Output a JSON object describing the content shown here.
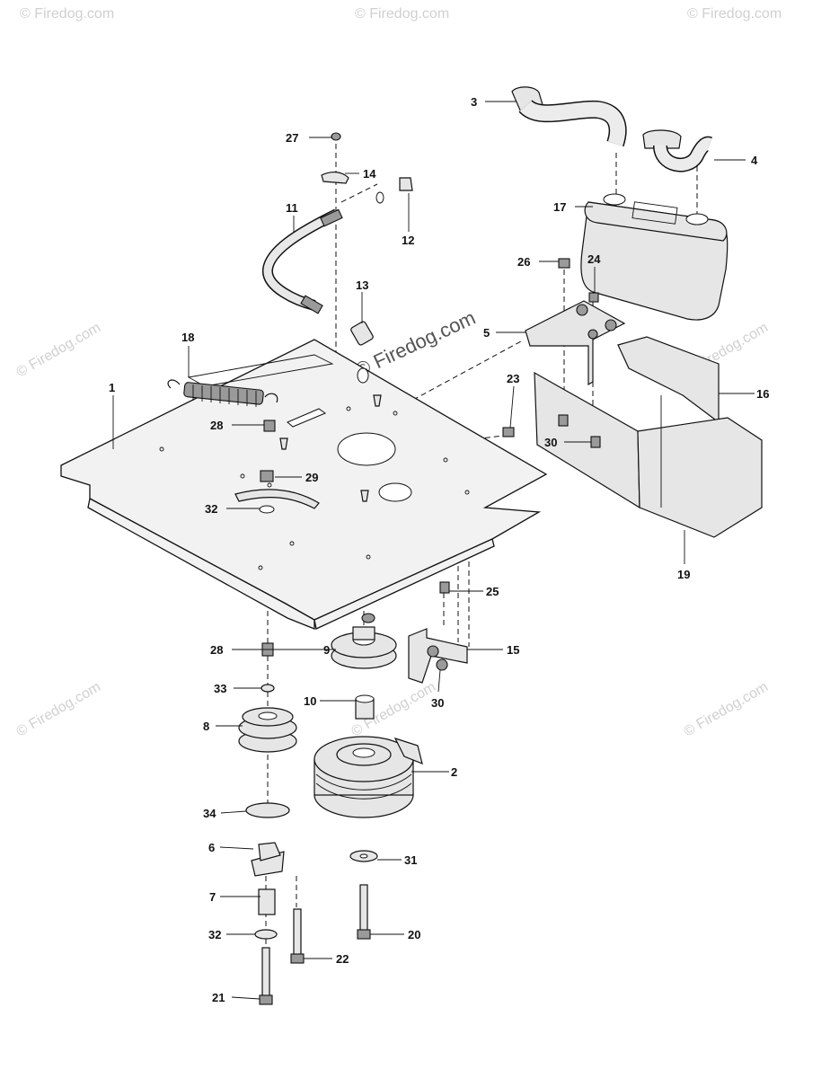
{
  "watermarks": {
    "corner": "© Firedog.com",
    "center": "© Firedog.com"
  },
  "labels": [
    "1",
    "2",
    "3",
    "4",
    "5",
    "6",
    "7",
    "8",
    "9",
    "10",
    "11",
    "12",
    "13",
    "14",
    "15",
    "16",
    "17",
    "18",
    "19",
    "20",
    "21",
    "22",
    "23",
    "24",
    "25",
    "26",
    "27",
    "28",
    "28",
    "29",
    "30",
    "30",
    "31",
    "32",
    "32",
    "33",
    "34"
  ]
}
